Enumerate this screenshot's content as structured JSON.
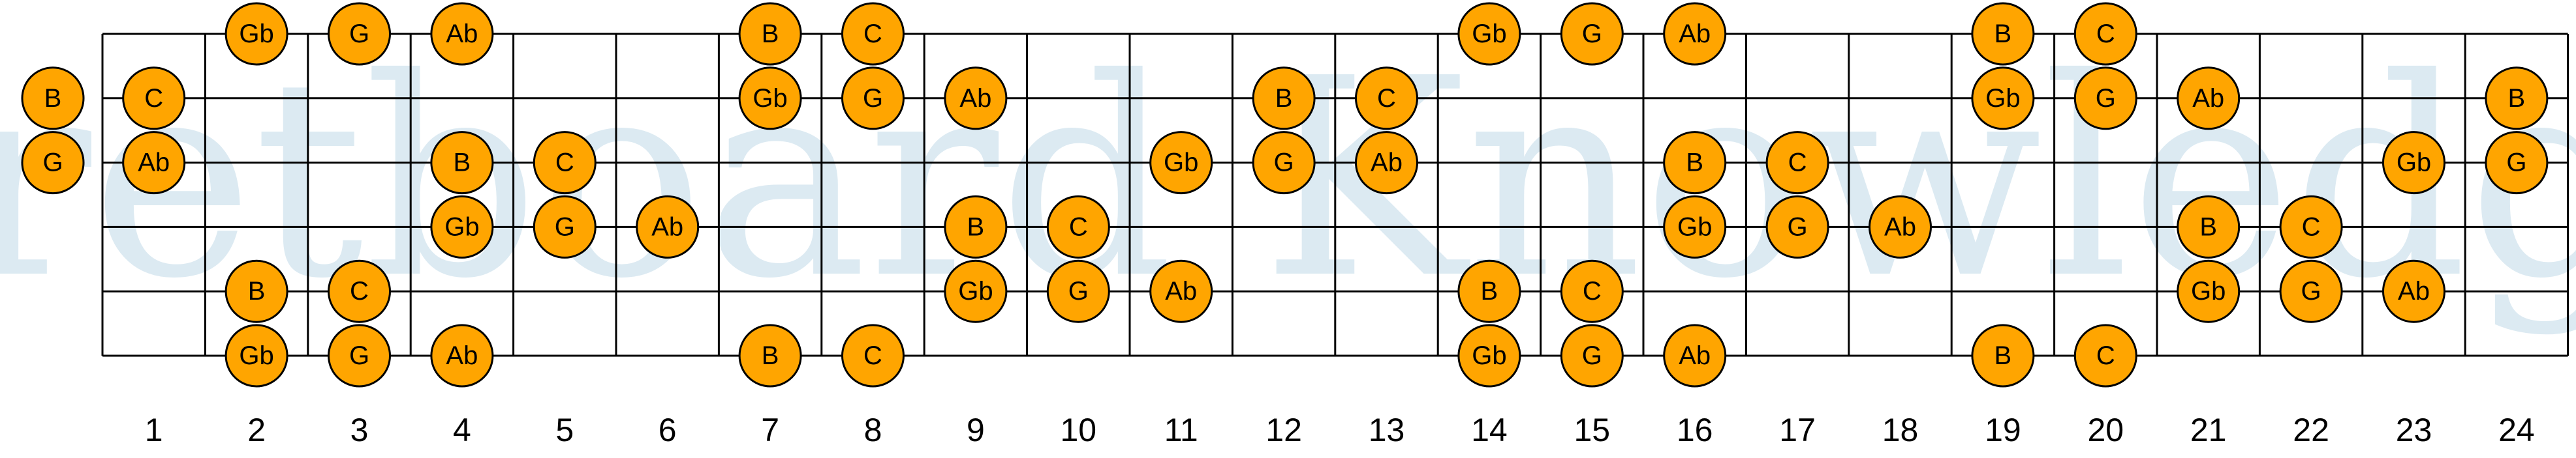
{
  "watermark": "Fretboard Knowledge",
  "colors": {
    "background": "#ffffff",
    "line": "#000000",
    "note_fill": "#FFA500",
    "note_stroke": "#000000",
    "watermark": "#DCEAF2"
  },
  "fretboard": {
    "string_count": 6,
    "fret_count": 24,
    "fret_numbers": [
      "1",
      "2",
      "3",
      "4",
      "5",
      "6",
      "7",
      "8",
      "9",
      "10",
      "11",
      "12",
      "13",
      "14",
      "15",
      "16",
      "17",
      "18",
      "19",
      "20",
      "21",
      "22",
      "23",
      "24"
    ],
    "notes_by_string": [
      {
        "string": 1,
        "notes": [
          {
            "fret": 2,
            "label": "Gb"
          },
          {
            "fret": 3,
            "label": "G"
          },
          {
            "fret": 4,
            "label": "Ab"
          },
          {
            "fret": 7,
            "label": "B"
          },
          {
            "fret": 8,
            "label": "C"
          },
          {
            "fret": 14,
            "label": "Gb"
          },
          {
            "fret": 15,
            "label": "G"
          },
          {
            "fret": 16,
            "label": "Ab"
          },
          {
            "fret": 19,
            "label": "B"
          },
          {
            "fret": 20,
            "label": "C"
          }
        ]
      },
      {
        "string": 2,
        "notes": [
          {
            "fret": 0,
            "label": "B"
          },
          {
            "fret": 1,
            "label": "C"
          },
          {
            "fret": 7,
            "label": "Gb"
          },
          {
            "fret": 8,
            "label": "G"
          },
          {
            "fret": 9,
            "label": "Ab"
          },
          {
            "fret": 12,
            "label": "B"
          },
          {
            "fret": 13,
            "label": "C"
          },
          {
            "fret": 19,
            "label": "Gb"
          },
          {
            "fret": 20,
            "label": "G"
          },
          {
            "fret": 21,
            "label": "Ab"
          },
          {
            "fret": 24,
            "label": "B"
          }
        ]
      },
      {
        "string": 3,
        "notes": [
          {
            "fret": 0,
            "label": "G"
          },
          {
            "fret": 1,
            "label": "Ab"
          },
          {
            "fret": 4,
            "label": "B"
          },
          {
            "fret": 5,
            "label": "C"
          },
          {
            "fret": 11,
            "label": "Gb"
          },
          {
            "fret": 12,
            "label": "G"
          },
          {
            "fret": 13,
            "label": "Ab"
          },
          {
            "fret": 16,
            "label": "B"
          },
          {
            "fret": 17,
            "label": "C"
          },
          {
            "fret": 23,
            "label": "Gb"
          },
          {
            "fret": 24,
            "label": "G"
          }
        ]
      },
      {
        "string": 4,
        "notes": [
          {
            "fret": 4,
            "label": "Gb"
          },
          {
            "fret": 5,
            "label": "G"
          },
          {
            "fret": 6,
            "label": "Ab"
          },
          {
            "fret": 9,
            "label": "B"
          },
          {
            "fret": 10,
            "label": "C"
          },
          {
            "fret": 16,
            "label": "Gb"
          },
          {
            "fret": 17,
            "label": "G"
          },
          {
            "fret": 18,
            "label": "Ab"
          },
          {
            "fret": 21,
            "label": "B"
          },
          {
            "fret": 22,
            "label": "C"
          }
        ]
      },
      {
        "string": 5,
        "notes": [
          {
            "fret": 2,
            "label": "B"
          },
          {
            "fret": 3,
            "label": "C"
          },
          {
            "fret": 9,
            "label": "Gb"
          },
          {
            "fret": 10,
            "label": "G"
          },
          {
            "fret": 11,
            "label": "Ab"
          },
          {
            "fret": 14,
            "label": "B"
          },
          {
            "fret": 15,
            "label": "C"
          },
          {
            "fret": 21,
            "label": "Gb"
          },
          {
            "fret": 22,
            "label": "G"
          },
          {
            "fret": 23,
            "label": "Ab"
          }
        ]
      },
      {
        "string": 6,
        "notes": [
          {
            "fret": 2,
            "label": "Gb"
          },
          {
            "fret": 3,
            "label": "G"
          },
          {
            "fret": 4,
            "label": "Ab"
          },
          {
            "fret": 7,
            "label": "B"
          },
          {
            "fret": 8,
            "label": "C"
          },
          {
            "fret": 14,
            "label": "Gb"
          },
          {
            "fret": 15,
            "label": "G"
          },
          {
            "fret": 16,
            "label": "Ab"
          },
          {
            "fret": 19,
            "label": "B"
          },
          {
            "fret": 20,
            "label": "C"
          }
        ]
      }
    ]
  }
}
